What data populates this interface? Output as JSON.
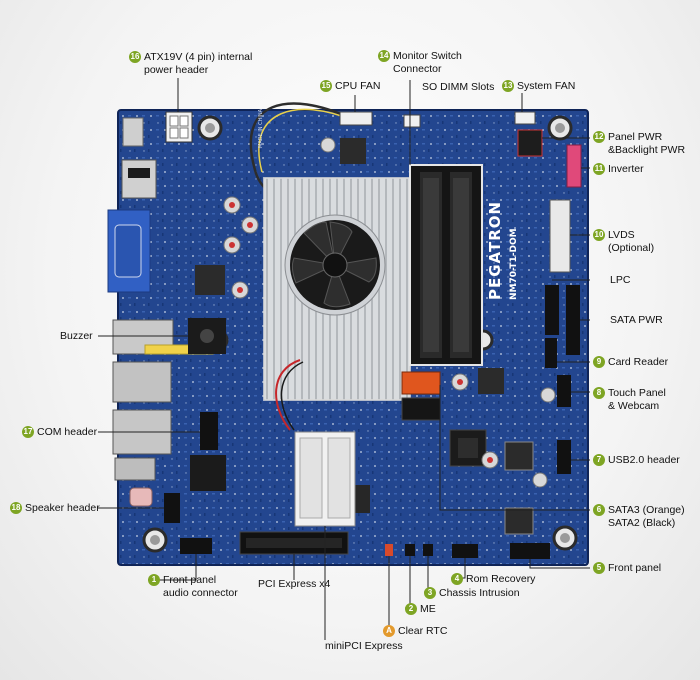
{
  "board": {
    "brand": "PEGATRON",
    "model": "NM70-T1-DOM",
    "made_in": "MADE IN CHINA"
  },
  "callouts": {
    "c16": {
      "num": "16",
      "line1": "ATX19V (4 pin) internal",
      "line2": "power header"
    },
    "c14": {
      "num": "14",
      "line1": "Monitor Switch",
      "line2": "Connector"
    },
    "c15": {
      "num": "15",
      "line1": "CPU FAN"
    },
    "sodimm": {
      "line1": "SO DIMM Slots"
    },
    "c13": {
      "num": "13",
      "line1": "System FAN"
    },
    "c12": {
      "num": "12",
      "line1": "Panel PWR",
      "line2": "&Backlight PWR"
    },
    "c11": {
      "num": "11",
      "line1": "Inverter"
    },
    "c10": {
      "num": "10",
      "line1": "LVDS",
      "line2": "(Optional)"
    },
    "lpc": {
      "line1": "LPC"
    },
    "satapwr": {
      "line1": "SATA PWR"
    },
    "buzzer": {
      "line1": "Buzzer"
    },
    "c9": {
      "num": "9",
      "line1": "Card Reader"
    },
    "c8": {
      "num": "8",
      "line1": "Touch Panel",
      "line2": "& Webcam"
    },
    "c17": {
      "num": "17",
      "line1": "COM header"
    },
    "c7": {
      "num": "7",
      "line1": "USB2.0 header"
    },
    "c18": {
      "num": "18",
      "line1": "Speaker header"
    },
    "c6": {
      "num": "6",
      "line1": "SATA3 (Orange)",
      "line2": "SATA2 (Black)"
    },
    "c5": {
      "num": "5",
      "line1": "Front panel"
    },
    "c1": {
      "num": "1",
      "line1": "Front panel",
      "line2": "audio connector"
    },
    "pcie": {
      "line1": "PCI Express x4"
    },
    "c4": {
      "num": "4",
      "line1": "Rom Recovery"
    },
    "c3": {
      "num": "3",
      "line1": "Chassis Intrusion"
    },
    "c2": {
      "num": "2",
      "line1": "ME"
    },
    "cA": {
      "num": "A",
      "line1": "Clear RTC"
    },
    "minipci": {
      "line1": "miniPCI Express"
    }
  },
  "colors": {
    "pcb": "#1f3f8a",
    "pcb_dark": "#14306e",
    "badge_green": "#7ea524",
    "badge_orange": "#e39a2d",
    "sata_orange": "#e0561e",
    "header_pink": "#e0497a"
  }
}
